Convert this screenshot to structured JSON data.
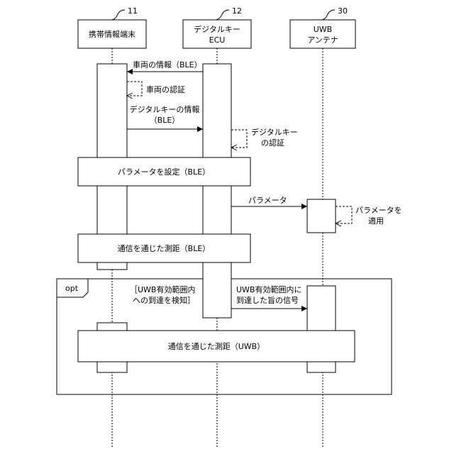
{
  "participants": {
    "mobile": {
      "ref": "11",
      "name": "携帯情報端末"
    },
    "ecu": {
      "ref": "12",
      "name_line1": "デジタルキー",
      "name_line2": "ECU"
    },
    "uwb": {
      "ref": "30",
      "name_line1": "UWB",
      "name_line2": "アンテナ"
    }
  },
  "messages": {
    "vehicle_info": "車両の情報（BLE）",
    "vehicle_auth": "車両の認証",
    "dk_info_line1": "デジタルキーの情報",
    "dk_info_line2": "（BLE）",
    "dk_auth_line1": "デジタルキー",
    "dk_auth_line2": "の認証",
    "set_params": "パラメータを設定（BLE）",
    "params": "パラメータ",
    "apply_params_line1": "パラメータを",
    "apply_params_line2": "適用",
    "ranging_ble": "通信を通じた測距（BLE）",
    "opt_label": "opt",
    "guard_line1": "［UWB有効範囲内",
    "guard_line2": "への到達を検知］",
    "uwb_signal_line1": "UWB有効範囲内に",
    "uwb_signal_line2": "到達した旨の信号",
    "ranging_uwb": "通信を通じた測距（UWB）"
  }
}
